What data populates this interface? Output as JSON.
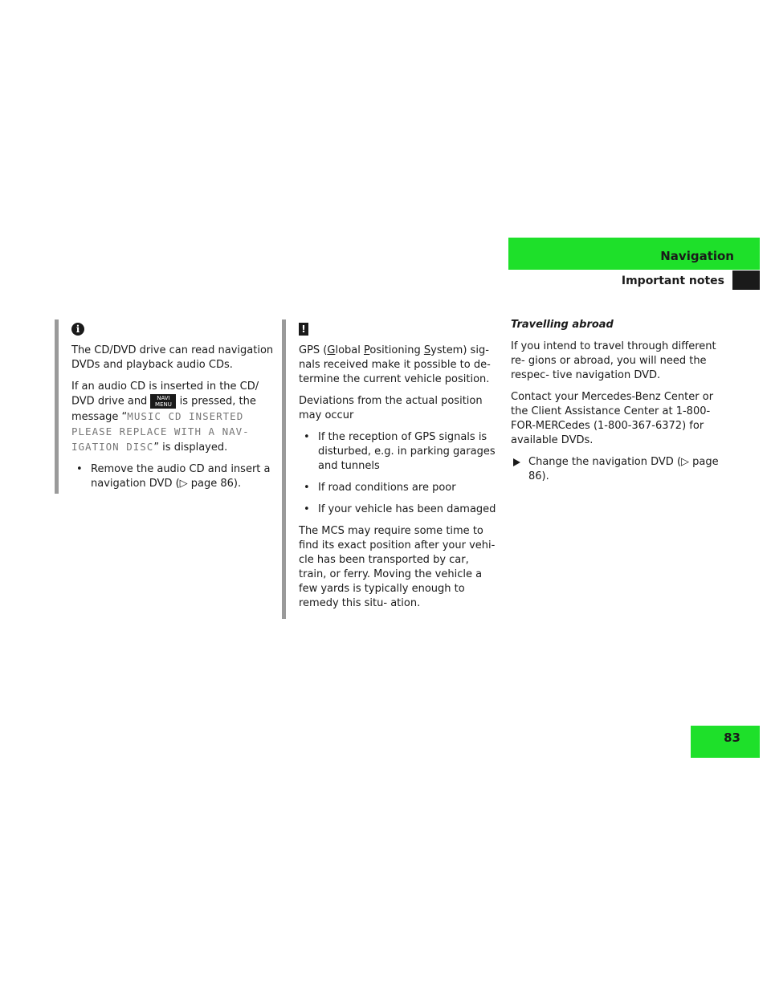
{
  "header": {
    "section": "Navigation",
    "subsection": "Important notes",
    "accent_color": "#1ee02a"
  },
  "page_number": "83",
  "info_box": {
    "icon": "info-icon",
    "p1": "The CD/DVD drive can read navigation DVDs and playback audio CDs.",
    "p2_a": "If an audio CD is inserted in the CD/ DVD drive and",
    "navi_button": "NAVI MENU",
    "p2_b": "is pressed, the message “",
    "p2_msg": "MUSIC CD INSERTED PLEASE REPLACE WITH A NAV- IGATION DISC",
    "p2_c": "” is displayed.",
    "bullet1": "Remove the audio CD and insert a navigation DVD (▷ page 86)."
  },
  "warning_box": {
    "icon": "warning-icon",
    "p1_a": "GPS (",
    "p1_g": "G",
    "p1_lobal": "lobal ",
    "p1_p": "P",
    "p1_ositioning": "ositioning ",
    "p1_s": "S",
    "p1_rest": "ystem) sig- nals received make it possible to de- termine the current vehicle position.",
    "p2": "Deviations from the actual position may occur",
    "bullets": [
      "If the reception of GPS signals is disturbed, e.g. in parking garages and tunnels",
      "If road conditions are poor",
      "If your vehicle has been damaged"
    ],
    "p3": "The MCS may require some time to find its exact position after your vehi- cle has been transported by car, train, or ferry. Moving the vehicle a few yards is typically enough to remedy this situ- ation."
  },
  "right_col": {
    "heading": "Travelling abroad",
    "p1": "If you intend to travel through different re- gions or abroad, you will need the respec- tive navigation DVD.",
    "p2": "Contact your Mercedes-Benz Center or the Client Assistance Center at 1-800-FOR-MERCedes (1-800-367-6372) for available DVDs.",
    "step": "Change the navigation DVD (▷ page 86)."
  }
}
